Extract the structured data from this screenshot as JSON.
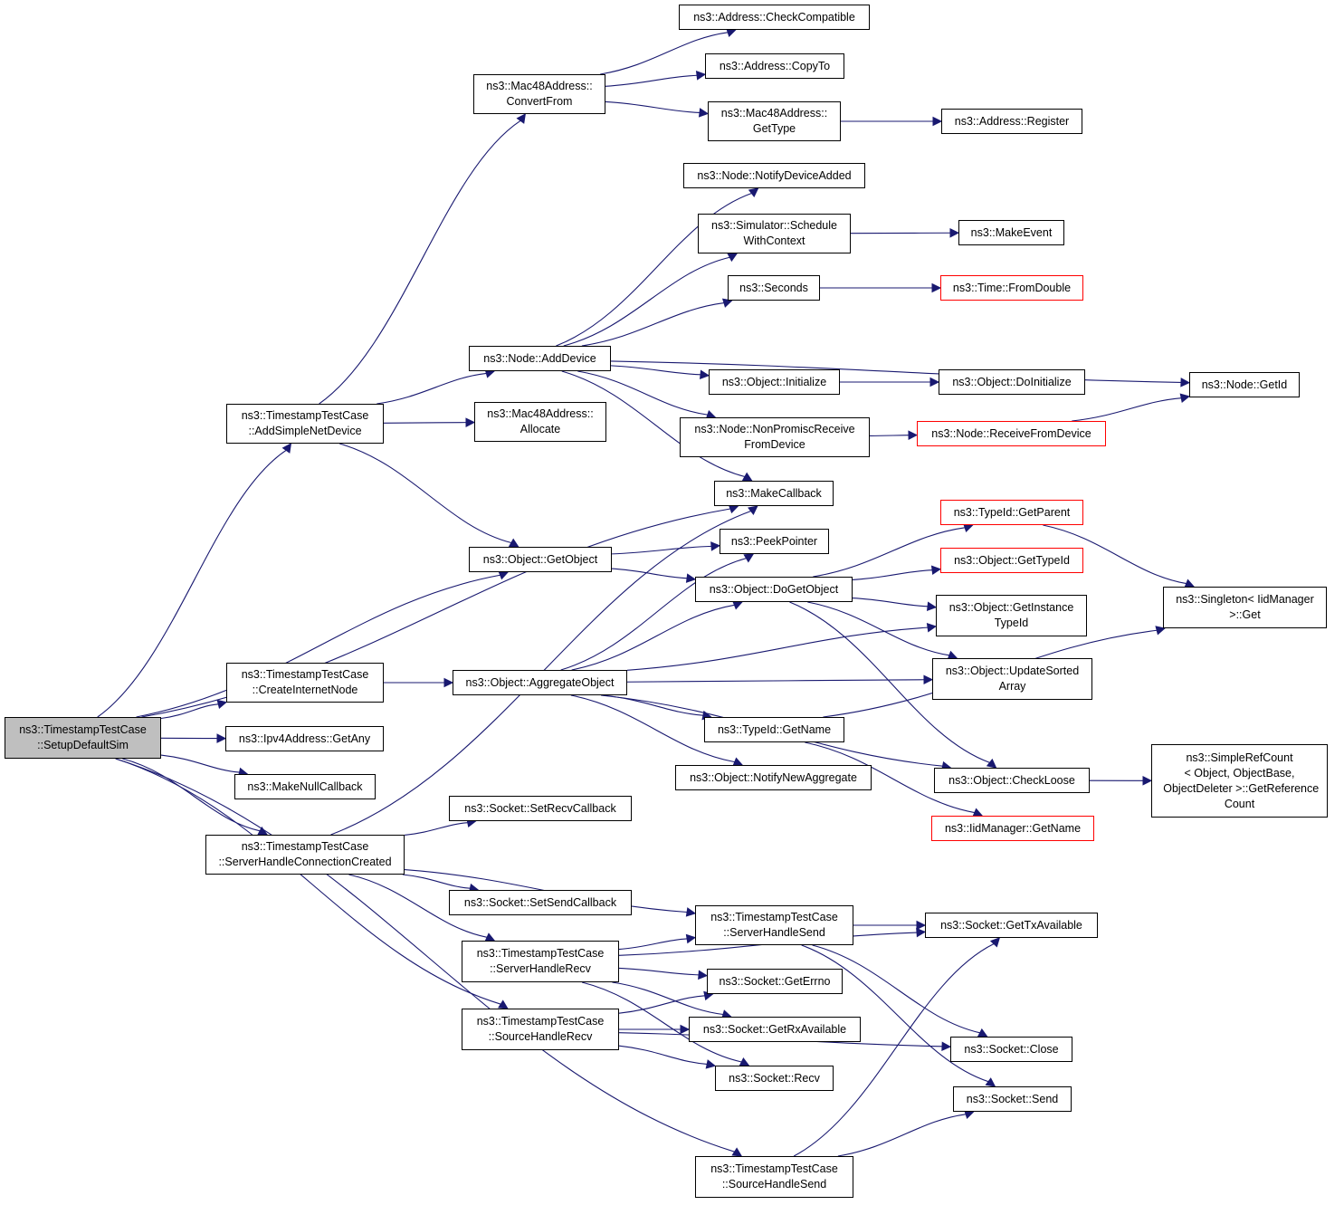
{
  "nodes": [
    {
      "id": "setupDefaultSim",
      "label": "ns3::TimestampTestCase\n::SetupDefaultSim",
      "style": "root"
    },
    {
      "id": "addSimpleNetDevice",
      "label": "ns3::TimestampTestCase\n::AddSimpleNetDevice",
      "style": "normal"
    },
    {
      "id": "createInternetNode",
      "label": "ns3::TimestampTestCase\n::CreateInternetNode",
      "style": "normal"
    },
    {
      "id": "ipv4GetAny",
      "label": "ns3::Ipv4Address::GetAny",
      "style": "normal"
    },
    {
      "id": "makeNullCallback",
      "label": "ns3::MakeNullCallback",
      "style": "normal"
    },
    {
      "id": "serverHandleConnectionCreated",
      "label": "ns3::TimestampTestCase\n::ServerHandleConnectionCreated",
      "style": "normal"
    },
    {
      "id": "mac48ConvertFrom",
      "label": "ns3::Mac48Address::\nConvertFrom",
      "style": "normal"
    },
    {
      "id": "addrCheckCompatible",
      "label": "ns3::Address::CheckCompatible",
      "style": "normal"
    },
    {
      "id": "addrCopyTo",
      "label": "ns3::Address::CopyTo",
      "style": "normal"
    },
    {
      "id": "mac48GetType",
      "label": "ns3::Mac48Address::\nGetType",
      "style": "normal"
    },
    {
      "id": "addrRegister",
      "label": "ns3::Address::Register",
      "style": "normal"
    },
    {
      "id": "nodeNotifyDeviceAdded",
      "label": "ns3::Node::NotifyDeviceAdded",
      "style": "normal"
    },
    {
      "id": "simScheduleWithContext",
      "label": "ns3::Simulator::Schedule\nWithContext",
      "style": "normal"
    },
    {
      "id": "makeEvent",
      "label": "ns3::MakeEvent",
      "style": "normal"
    },
    {
      "id": "seconds",
      "label": "ns3::Seconds",
      "style": "normal"
    },
    {
      "id": "timeFromDouble",
      "label": "ns3::Time::FromDouble",
      "style": "red"
    },
    {
      "id": "nodeAddDevice",
      "label": "ns3::Node::AddDevice",
      "style": "normal"
    },
    {
      "id": "objInitialize",
      "label": "ns3::Object::Initialize",
      "style": "normal"
    },
    {
      "id": "objDoInitialize",
      "label": "ns3::Object::DoInitialize",
      "style": "normal"
    },
    {
      "id": "nodeGetId",
      "label": "ns3::Node::GetId",
      "style": "normal"
    },
    {
      "id": "mac48Allocate",
      "label": "ns3::Mac48Address::\nAllocate",
      "style": "normal"
    },
    {
      "id": "nodeNonPromisc",
      "label": "ns3::Node::NonPromiscReceive\nFromDevice",
      "style": "normal"
    },
    {
      "id": "nodeReceiveFromDevice",
      "label": "ns3::Node::ReceiveFromDevice",
      "style": "red"
    },
    {
      "id": "makeCallback",
      "label": "ns3::MakeCallback",
      "style": "normal"
    },
    {
      "id": "typeIdGetParent",
      "label": "ns3::TypeId::GetParent",
      "style": "red"
    },
    {
      "id": "objGetObject",
      "label": "ns3::Object::GetObject",
      "style": "normal"
    },
    {
      "id": "peekPointer",
      "label": "ns3::PeekPointer",
      "style": "normal"
    },
    {
      "id": "objGetTypeId",
      "label": "ns3::Object::GetTypeId",
      "style": "red"
    },
    {
      "id": "objDoGetObject",
      "label": "ns3::Object::DoGetObject",
      "style": "normal"
    },
    {
      "id": "singletonGet",
      "label": "ns3::Singleton< IidManager\n>::Get",
      "style": "normal"
    },
    {
      "id": "objGetInstanceTypeId",
      "label": "ns3::Object::GetInstance\nTypeId",
      "style": "normal"
    },
    {
      "id": "objAggregateObject",
      "label": "ns3::Object::AggregateObject",
      "style": "normal"
    },
    {
      "id": "objUpdateSortedArray",
      "label": "ns3::Object::UpdateSorted\nArray",
      "style": "normal"
    },
    {
      "id": "typeIdGetName",
      "label": "ns3::TypeId::GetName",
      "style": "normal"
    },
    {
      "id": "simpleRefCountGetRef",
      "label": "ns3::SimpleRefCount\n< Object, ObjectBase,\n ObjectDeleter >::GetReference\nCount",
      "style": "normal"
    },
    {
      "id": "objNotifyNewAggregate",
      "label": "ns3::Object::NotifyNewAggregate",
      "style": "normal"
    },
    {
      "id": "objCheckLoose",
      "label": "ns3::Object::CheckLoose",
      "style": "normal"
    },
    {
      "id": "socketSetRecvCallback",
      "label": "ns3::Socket::SetRecvCallback",
      "style": "normal"
    },
    {
      "id": "iidManagerGetName",
      "label": "ns3::IidManager::GetName",
      "style": "red"
    },
    {
      "id": "socketSetSendCallback",
      "label": "ns3::Socket::SetSendCallback",
      "style": "normal"
    },
    {
      "id": "serverHandleSend",
      "label": "ns3::TimestampTestCase\n::ServerHandleSend",
      "style": "normal"
    },
    {
      "id": "socketGetTxAvailable",
      "label": "ns3::Socket::GetTxAvailable",
      "style": "normal"
    },
    {
      "id": "serverHandleRecv",
      "label": "ns3::TimestampTestCase\n::ServerHandleRecv",
      "style": "normal"
    },
    {
      "id": "socketGetErrno",
      "label": "ns3::Socket::GetErrno",
      "style": "normal"
    },
    {
      "id": "sourceHandleRecv",
      "label": "ns3::TimestampTestCase\n::SourceHandleRecv",
      "style": "normal"
    },
    {
      "id": "socketGetRxAvailable",
      "label": "ns3::Socket::GetRxAvailable",
      "style": "normal"
    },
    {
      "id": "socketClose",
      "label": "ns3::Socket::Close",
      "style": "normal"
    },
    {
      "id": "socketRecv",
      "label": "ns3::Socket::Recv",
      "style": "normal"
    },
    {
      "id": "socketSend",
      "label": "ns3::Socket::Send",
      "style": "normal"
    },
    {
      "id": "sourceHandleSend",
      "label": "ns3::TimestampTestCase\n::SourceHandleSend",
      "style": "normal"
    }
  ],
  "edges": [
    {
      "from": "setupDefaultSim",
      "to": "addSimpleNetDevice"
    },
    {
      "from": "setupDefaultSim",
      "to": "makeCallback"
    },
    {
      "from": "setupDefaultSim",
      "to": "objGetObject"
    },
    {
      "from": "setupDefaultSim",
      "to": "createInternetNode"
    },
    {
      "from": "setupDefaultSim",
      "to": "ipv4GetAny"
    },
    {
      "from": "setupDefaultSim",
      "to": "makeNullCallback"
    },
    {
      "from": "setupDefaultSim",
      "to": "serverHandleConnectionCreated"
    },
    {
      "from": "setupDefaultSim",
      "to": "sourceHandleRecv"
    },
    {
      "from": "setupDefaultSim",
      "to": "sourceHandleSend"
    },
    {
      "from": "addSimpleNetDevice",
      "to": "mac48ConvertFrom"
    },
    {
      "from": "addSimpleNetDevice",
      "to": "nodeAddDevice"
    },
    {
      "from": "addSimpleNetDevice",
      "to": "mac48Allocate"
    },
    {
      "from": "addSimpleNetDevice",
      "to": "objGetObject"
    },
    {
      "from": "mac48ConvertFrom",
      "to": "addrCheckCompatible"
    },
    {
      "from": "mac48ConvertFrom",
      "to": "addrCopyTo"
    },
    {
      "from": "mac48ConvertFrom",
      "to": "mac48GetType"
    },
    {
      "from": "mac48GetType",
      "to": "addrRegister"
    },
    {
      "from": "nodeAddDevice",
      "to": "nodeNotifyDeviceAdded"
    },
    {
      "from": "nodeAddDevice",
      "to": "simScheduleWithContext"
    },
    {
      "from": "nodeAddDevice",
      "to": "seconds"
    },
    {
      "from": "nodeAddDevice",
      "to": "nodeGetId"
    },
    {
      "from": "nodeAddDevice",
      "to": "objInitialize"
    },
    {
      "from": "nodeAddDevice",
      "to": "nodeNonPromisc"
    },
    {
      "from": "nodeAddDevice",
      "to": "makeCallback"
    },
    {
      "from": "simScheduleWithContext",
      "to": "makeEvent"
    },
    {
      "from": "seconds",
      "to": "timeFromDouble"
    },
    {
      "from": "objInitialize",
      "to": "objDoInitialize"
    },
    {
      "from": "nodeNonPromisc",
      "to": "nodeReceiveFromDevice"
    },
    {
      "from": "nodeReceiveFromDevice",
      "to": "nodeGetId"
    },
    {
      "from": "objGetObject",
      "to": "peekPointer"
    },
    {
      "from": "objGetObject",
      "to": "objDoGetObject"
    },
    {
      "from": "createInternetNode",
      "to": "objAggregateObject"
    },
    {
      "from": "objAggregateObject",
      "to": "peekPointer"
    },
    {
      "from": "objAggregateObject",
      "to": "objDoGetObject"
    },
    {
      "from": "objAggregateObject",
      "to": "objGetInstanceTypeId"
    },
    {
      "from": "objAggregateObject",
      "to": "objUpdateSortedArray"
    },
    {
      "from": "objAggregateObject",
      "to": "typeIdGetName"
    },
    {
      "from": "objAggregateObject",
      "to": "objNotifyNewAggregate"
    },
    {
      "from": "objAggregateObject",
      "to": "objCheckLoose"
    },
    {
      "from": "objDoGetObject",
      "to": "typeIdGetParent"
    },
    {
      "from": "objDoGetObject",
      "to": "objGetTypeId"
    },
    {
      "from": "objDoGetObject",
      "to": "objGetInstanceTypeId"
    },
    {
      "from": "objDoGetObject",
      "to": "objUpdateSortedArray"
    },
    {
      "from": "objDoGetObject",
      "to": "objCheckLoose"
    },
    {
      "from": "typeIdGetParent",
      "to": "singletonGet"
    },
    {
      "from": "typeIdGetName",
      "to": "singletonGet"
    },
    {
      "from": "typeIdGetName",
      "to": "iidManagerGetName"
    },
    {
      "from": "objCheckLoose",
      "to": "simpleRefCountGetRef"
    },
    {
      "from": "serverHandleConnectionCreated",
      "to": "makeCallback"
    },
    {
      "from": "serverHandleConnectionCreated",
      "to": "socketSetRecvCallback"
    },
    {
      "from": "serverHandleConnectionCreated",
      "to": "serverHandleSend"
    },
    {
      "from": "serverHandleConnectionCreated",
      "to": "socketSetSendCallback"
    },
    {
      "from": "serverHandleConnectionCreated",
      "to": "serverHandleRecv"
    },
    {
      "from": "serverHandleSend",
      "to": "socketGetTxAvailable"
    },
    {
      "from": "serverHandleSend",
      "to": "socketClose"
    },
    {
      "from": "serverHandleSend",
      "to": "socketSend"
    },
    {
      "from": "serverHandleRecv",
      "to": "serverHandleSend"
    },
    {
      "from": "serverHandleRecv",
      "to": "socketGetTxAvailable"
    },
    {
      "from": "serverHandleRecv",
      "to": "socketGetErrno"
    },
    {
      "from": "serverHandleRecv",
      "to": "socketGetRxAvailable"
    },
    {
      "from": "serverHandleRecv",
      "to": "socketRecv"
    },
    {
      "from": "sourceHandleRecv",
      "to": "socketGetErrno"
    },
    {
      "from": "sourceHandleRecv",
      "to": "socketGetRxAvailable"
    },
    {
      "from": "sourceHandleRecv",
      "to": "socketRecv"
    },
    {
      "from": "sourceHandleRecv",
      "to": "socketClose"
    },
    {
      "from": "sourceHandleSend",
      "to": "socketGetTxAvailable"
    },
    {
      "from": "sourceHandleSend",
      "to": "socketSend"
    }
  ],
  "colors": {
    "edge": "#191970",
    "root_fill": "#bfbfbf",
    "red_border": "#ff0000",
    "border": "#000000"
  }
}
